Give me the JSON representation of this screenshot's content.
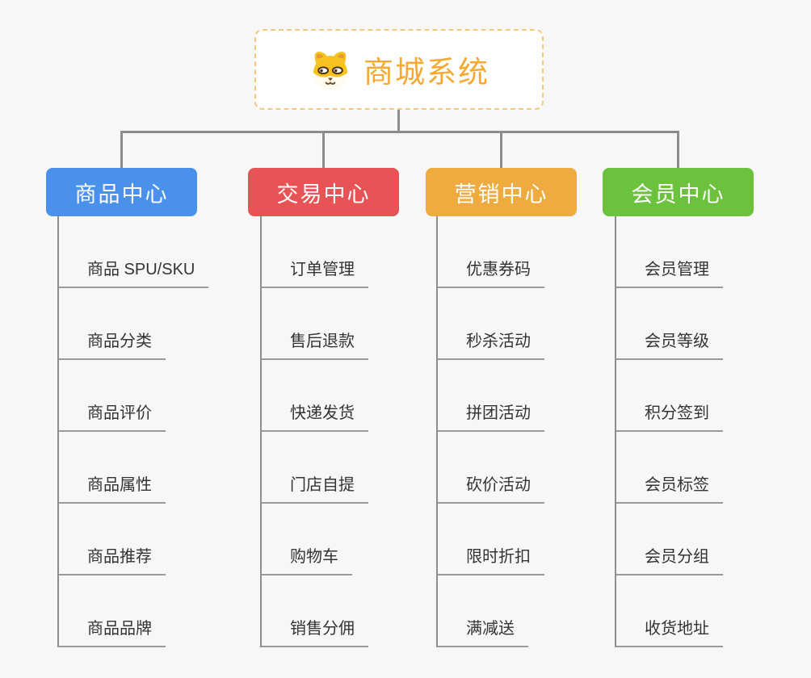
{
  "root": {
    "title": "商城系统",
    "icon": "dog-icon"
  },
  "colors": {
    "background": "#f7f7f7",
    "connector": "#8c8c8c",
    "underline": "#9a9a9a",
    "root_text": "#f5a832",
    "root_border": "#f3c87d"
  },
  "columns": [
    {
      "label": "商品中心",
      "color": "#4a91ec",
      "items": [
        "商品 SPU/SKU",
        "商品分类",
        "商品评价",
        "商品属性",
        "商品推荐",
        "商品品牌"
      ]
    },
    {
      "label": "交易中心",
      "color": "#e85455",
      "items": [
        "订单管理",
        "售后退款",
        "快递发货",
        "门店自提",
        "购物车",
        "销售分佣"
      ]
    },
    {
      "label": "营销中心",
      "color": "#eeab3f",
      "items": [
        "优惠券码",
        "秒杀活动",
        "拼团活动",
        "砍价活动",
        "限时折扣",
        "满减送"
      ]
    },
    {
      "label": "会员中心",
      "color": "#6cc13d",
      "items": [
        "会员管理",
        "会员等级",
        "积分签到",
        "会员标签",
        "会员分组",
        "收货地址"
      ]
    }
  ]
}
